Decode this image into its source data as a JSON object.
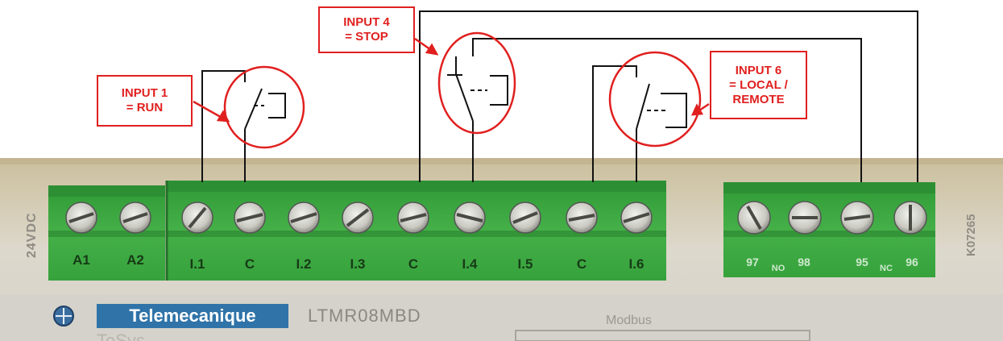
{
  "callouts": {
    "input1": {
      "line1": "INPUT 1",
      "line2": "= RUN"
    },
    "input4": {
      "line1": "INPUT 4",
      "line2": "= STOP"
    },
    "input6": {
      "line1": "INPUT 6",
      "line2": "= LOCAL /",
      "line3": "REMOTE"
    }
  },
  "module": {
    "supply_label": "24VDC",
    "brand": "Telemecanique",
    "model": "LTMR08MBD",
    "port_label": "Modbus",
    "side_code": "K07265",
    "footer_fragment": "TeSys",
    "terminals_left": [
      "A1",
      "A2"
    ],
    "terminals_main": [
      "I.1",
      "C",
      "I.2",
      "I.3",
      "C",
      "I.4",
      "I.5",
      "C",
      "I.6"
    ],
    "terminals_right": [
      "97",
      "NO",
      "98",
      "95",
      "NC",
      "96"
    ]
  },
  "colors": {
    "terminal_green": "#3fa83f",
    "annotation_red": "#e0201f",
    "wire": "#111111",
    "housing": "#cfc8b8"
  }
}
